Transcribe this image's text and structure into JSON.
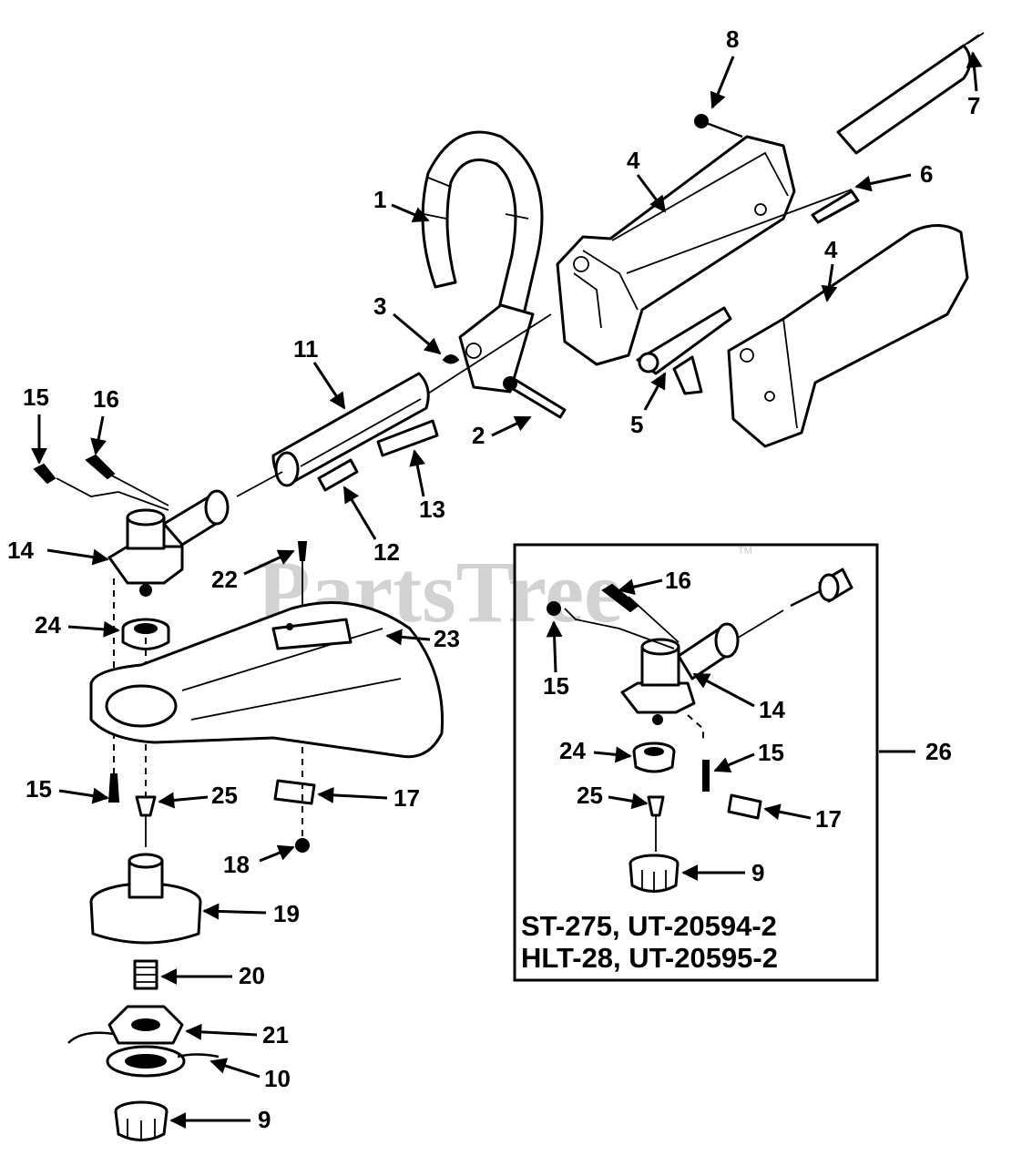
{
  "watermark": {
    "text": "PartsTree",
    "trademark": "TM"
  },
  "callouts": {
    "c1": "1",
    "c2": "2",
    "c3": "3",
    "c4a": "4",
    "c4b": "4",
    "c5": "5",
    "c6": "6",
    "c7": "7",
    "c8": "8",
    "c9a": "9",
    "c9b": "9",
    "c10": "10",
    "c11": "11",
    "c12": "12",
    "c13": "13",
    "c14a": "14",
    "c14b": "14",
    "c15a": "15",
    "c15b": "15",
    "c15c": "15",
    "c15d": "15",
    "c16a": "16",
    "c16b": "16",
    "c17a": "17",
    "c17b": "17",
    "c18": "18",
    "c19": "19",
    "c20": "20",
    "c21": "21",
    "c22": "22",
    "c23": "23",
    "c24a": "24",
    "c24b": "24",
    "c25a": "25",
    "c25b": "25",
    "c26": "26"
  },
  "inset": {
    "model_line_1": "ST-275, UT-20594-2",
    "model_line_2": "HLT-28, UT-20595-2"
  },
  "colors": {
    "ink": "#000000",
    "paper": "#ffffff",
    "watermark": "#d2d2d2"
  }
}
